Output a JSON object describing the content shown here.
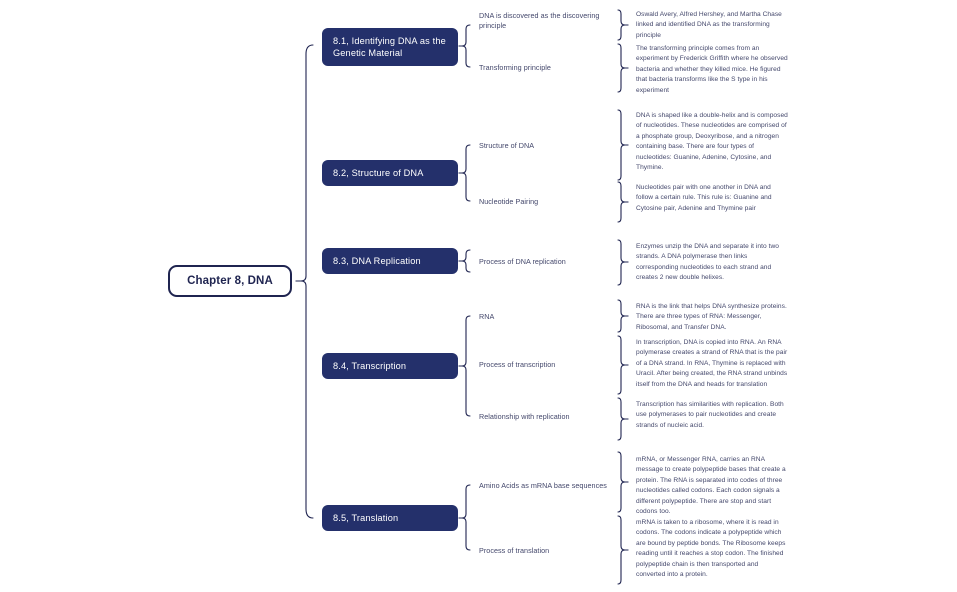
{
  "document": {
    "type": "mind-map",
    "background_color": "#ffffff",
    "node_fill_color": "#24306b",
    "node_text_color": "#ffffff",
    "root_border_color": "#1f2450",
    "text_color": "#43476b",
    "connector_color": "#1f2450"
  },
  "root": {
    "label": "Chapter 8, DNA"
  },
  "sections": [
    {
      "id": "8.1",
      "label": "8.1, Identifying DNA as the Genetic Material",
      "subtopics": [
        {
          "label": "DNA is discovered as the discovering principle",
          "details": [
            "Oswald Avery, Alfred Hershey, and Martha Chase linked and identified DNA as the transforming principle"
          ]
        },
        {
          "label": "Transforming principle",
          "details": [
            "The transforming principle comes from an experiment by Frederick Griffith where he observed bacteria and whether they killed mice. He figured that bacteria transforms like the S type in his experiment"
          ]
        }
      ]
    },
    {
      "id": "8.2",
      "label": "8.2, Structure of DNA",
      "subtopics": [
        {
          "label": "Structure of DNA",
          "details": [
            "DNA is shaped like a double-helix and is composed of nucleotides. These nucleotides are comprised of a phosphate group, Deoxyribose, and a nitrogen containing base. There are four types of nucleotides: Guanine, Adenine, Cytosine, and Thymine."
          ]
        },
        {
          "label": "Nucleotide Pairing",
          "details": [
            "Nucleotides pair with one another in DNA and follow a certain rule. This rule is: Guanine and Cytosine pair, Adenine and Thymine pair"
          ]
        }
      ]
    },
    {
      "id": "8.3",
      "label": "8.3, DNA Replication",
      "subtopics": [
        {
          "label": "Process of DNA replication",
          "details": [
            "Enzymes unzip the DNA and separate it into two strands. A DNA polymerase then links corresponding nucleotides to each strand and creates 2 new double helixes."
          ]
        }
      ]
    },
    {
      "id": "8.4",
      "label": "8.4, Transcription",
      "subtopics": [
        {
          "label": "RNA",
          "details": [
            "RNA is the link that helps DNA synthesize proteins. There are three types of RNA: Messenger, Ribosomal, and Transfer DNA."
          ]
        },
        {
          "label": "Process of transcription",
          "details": [
            "In transcription, DNA is copied into RNA. An RNA polymerase creates a strand of RNA that is the pair of a DNA strand. In RNA, Thymine is replaced with Uracil. After being created, the RNA strand unbinds itself from the DNA and heads for translation"
          ]
        },
        {
          "label": "Relationship with replication",
          "details": [
            "Transcription has similarities with replication. Both use polymerases to pair nucleotides and create strands of nucleic acid."
          ]
        }
      ]
    },
    {
      "id": "8.5",
      "label": "8.5, Translation",
      "subtopics": [
        {
          "label": "Amino Acids as mRNA base sequences",
          "details": [
            "mRNA, or Messenger RNA, carries an RNA message to create polypeptide bases that create a protein. The RNA is separated into codes of three nucleotides called codons. Each codon signals a different polypeptide. There are stop and start codons too."
          ]
        },
        {
          "label": "Process of translation",
          "details": [
            "mRNA is taken to a ribosome, where it is read in codons. The codons indicate a polypeptide which are bound by peptide bonds. The Ribosome keeps reading until it reaches a stop codon. The finished polypeptide chain is then transported and converted into a protein."
          ]
        }
      ]
    }
  ]
}
